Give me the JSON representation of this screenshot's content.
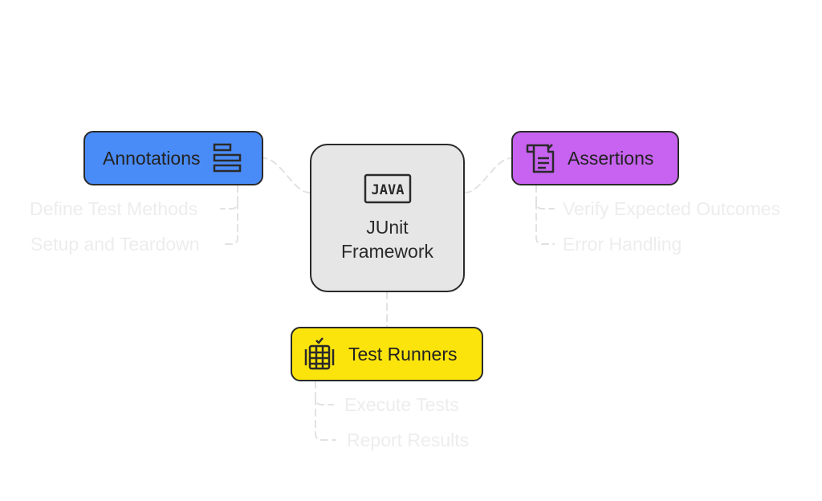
{
  "center": {
    "label_line1": "JUnit",
    "label_line2": "Framework",
    "icon": "java-icon",
    "color": "#e6e6e6"
  },
  "nodes": [
    {
      "label": "Annotations",
      "icon": "list-bars-icon",
      "color": "#4a8cf7",
      "items": [
        "Define Test Methods",
        "Setup and Teardown"
      ]
    },
    {
      "label": "Assertions",
      "icon": "checklist-document-icon",
      "color": "#c763f0",
      "items": [
        "Verify Expected Outcomes",
        "Error Handling"
      ]
    },
    {
      "label": "Test Runners",
      "icon": "test-runner-icon",
      "color": "#fbe40c",
      "items": [
        "Execute Tests",
        "Report Results"
      ]
    }
  ]
}
